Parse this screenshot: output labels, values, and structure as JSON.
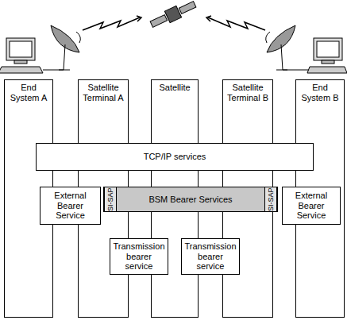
{
  "diagram": {
    "nodes": [
      {
        "text": [
          "End System A"
        ]
      },
      {
        "text": [
          "Satellite Terminal A"
        ]
      },
      {
        "text": [
          "Satellite"
        ]
      },
      {
        "text": [
          "Satellite Terminal B"
        ]
      },
      {
        "text": [
          "End System B"
        ]
      },
      {
        "text": [
          "TCP/IP services"
        ]
      },
      {
        "text": [
          "External Bearer Service"
        ]
      },
      {
        "text": [
          "BSM Bearer Services"
        ]
      },
      {
        "text": [
          "SI-SAP"
        ],
        "in": 7
      },
      {
        "text": [
          "SI-SAP"
        ],
        "in": 7
      },
      {
        "text": [
          "External Bearer Service"
        ]
      },
      {
        "text": [
          "Transmission bearer service"
        ]
      },
      {
        "text": [
          "Transmission bearer service"
        ]
      }
    ]
  }
}
